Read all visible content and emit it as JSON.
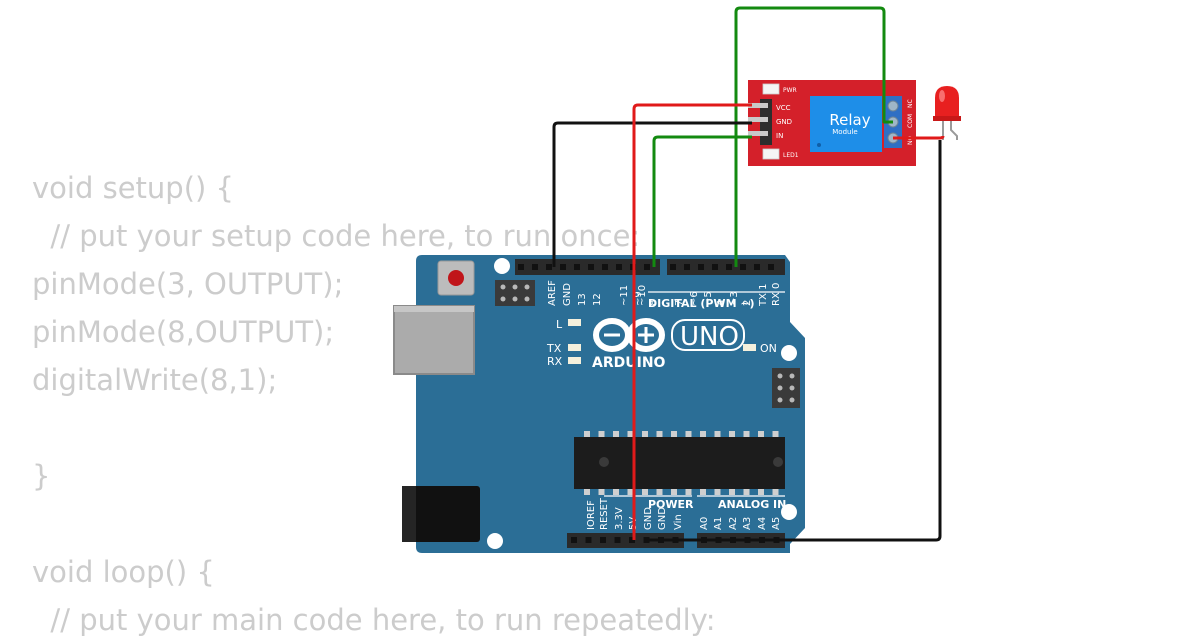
{
  "code": [
    "void setup() {",
    "  // put your setup code here, to run once:",
    "pinMode(3, OUTPUT);",
    "pinMode(8,OUTPUT);",
    "digitalWrite(8,1);",
    "",
    "}",
    "",
    "void loop() {",
    "  // put your main code here, to run repeatedly:"
  ],
  "relay": {
    "title": "Relay",
    "subtitle": "Module",
    "pins": [
      "VCC",
      "GND",
      "IN"
    ],
    "led_pwr": "PWR",
    "led1": "LED1",
    "terminals": [
      "NO",
      "COM",
      "NC"
    ]
  },
  "arduino": {
    "digital_pins": [
      "AREF",
      "GND",
      "13",
      "12",
      "~11",
      "~10",
      "~9",
      "8",
      "7",
      "~6",
      "~5",
      "4",
      "~3",
      "2",
      "TX 1",
      "RX 0"
    ],
    "digital_title": "DIGITAL (PWM ~)",
    "power_pins": [
      "IOREF",
      "RESET",
      "3.3V",
      "5V",
      "GND",
      "GND",
      "Vin"
    ],
    "analog_pins": [
      "A0",
      "A1",
      "A2",
      "A3",
      "A4",
      "A5"
    ],
    "power_title": "POWER",
    "analog_title": "ANALOG IN",
    "led_l": "L",
    "led_tx": "TX",
    "led_rx": "RX",
    "on": "ON",
    "brand": "ARDUINO",
    "model": "UNO"
  },
  "colors": {
    "board": "#2b6e96",
    "relay": "#d4202a",
    "relay_face": "#1e8ee8",
    "wire_green": "#138a10",
    "wire_red": "#e01a1a",
    "wire_black": "#111111",
    "code_text": "#cccccc"
  }
}
